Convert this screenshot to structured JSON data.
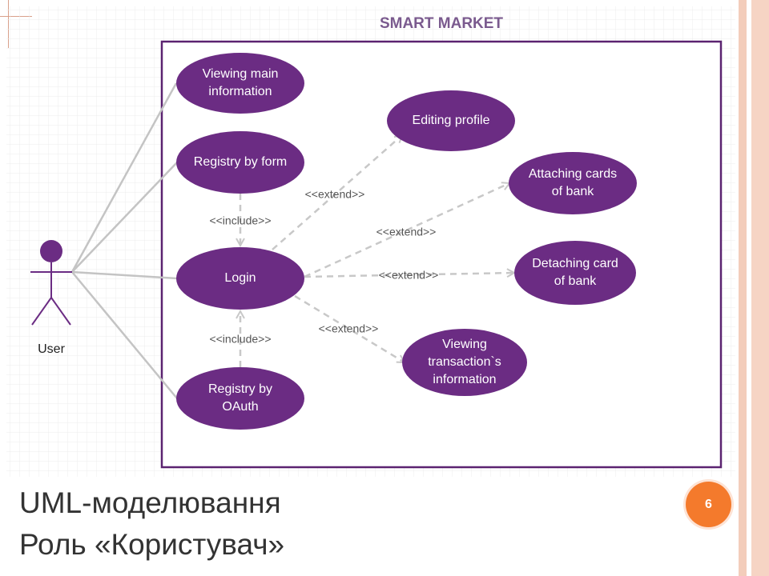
{
  "diagram": {
    "title": "SMART MARKET",
    "actor": {
      "label": "User"
    },
    "use_cases": [
      {
        "id": "viewing-main-information",
        "lines": [
          "Viewing main",
          "information"
        ]
      },
      {
        "id": "registry-by-form",
        "lines": [
          "Registry by form"
        ]
      },
      {
        "id": "login",
        "lines": [
          "Login"
        ]
      },
      {
        "id": "registry-by-oauth",
        "lines": [
          "Registry by",
          "OAuth"
        ]
      },
      {
        "id": "editing-profile",
        "lines": [
          "Editing profile"
        ]
      },
      {
        "id": "attaching-cards-of-bank",
        "lines": [
          "Attaching cards",
          "of bank"
        ]
      },
      {
        "id": "detaching-card-of-bank",
        "lines": [
          "Detaching card",
          "of bank"
        ]
      },
      {
        "id": "viewing-transactions-information",
        "lines": [
          "Viewing",
          "transaction`s",
          "information"
        ]
      }
    ],
    "associations": [
      {
        "from": "user",
        "to": "viewing-main-information"
      },
      {
        "from": "user",
        "to": "registry-by-form"
      },
      {
        "from": "user",
        "to": "login"
      },
      {
        "from": "user",
        "to": "registry-by-oauth"
      }
    ],
    "relations": [
      {
        "from": "registry-by-form",
        "to": "login",
        "label": "<<include>>"
      },
      {
        "from": "registry-by-oauth",
        "to": "login",
        "label": "<<include>>"
      },
      {
        "from": "login",
        "to": "editing-profile",
        "label": "<<extend>>"
      },
      {
        "from": "login",
        "to": "attaching-cards-of-bank",
        "label": "<<extend>>"
      },
      {
        "from": "login",
        "to": "detaching-card-of-bank",
        "label": "<<extend>>"
      },
      {
        "from": "login",
        "to": "viewing-transactions-information",
        "label": "<<extend>>"
      }
    ],
    "colors": {
      "use_case_fill": "#6b2c83",
      "system_border": "#5b2370",
      "association_line": "#c4c4c4",
      "dependency_line": "#c8c8c8"
    }
  },
  "slide": {
    "title_line_1": "UML-моделювання",
    "title_line_2": "Роль «Користувач»",
    "page_number": "6",
    "colors": {
      "badge": "#f47a2c",
      "side_band": "#f3cdbb"
    }
  }
}
